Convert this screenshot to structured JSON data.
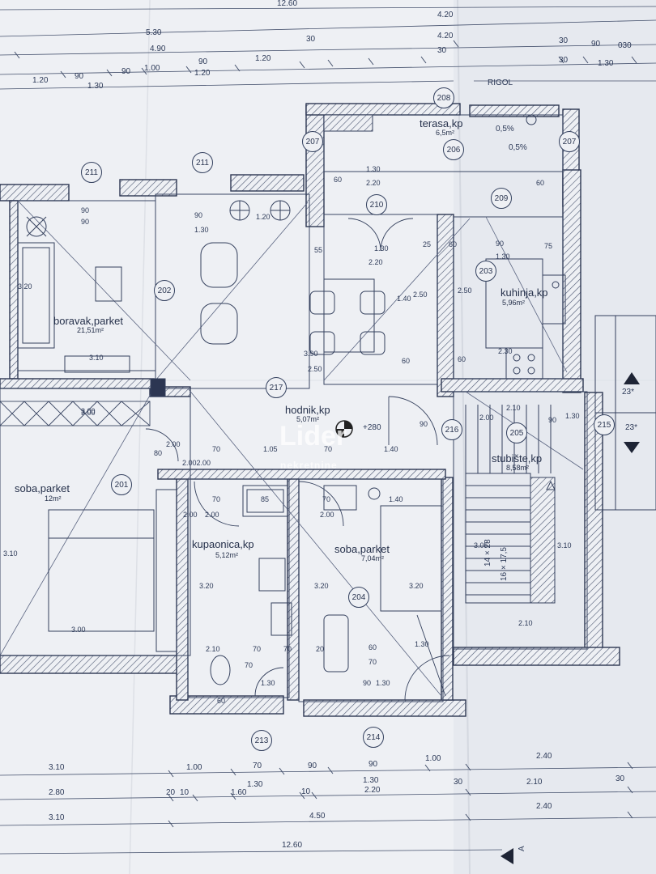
{
  "rooms": {
    "boravak": {
      "name": "boravak,parket",
      "area": "21,51m²"
    },
    "soba1": {
      "name": "soba,parket",
      "area": "12m²"
    },
    "hodnik": {
      "name": "hodnik,kp",
      "area": "5,07m²"
    },
    "kupaonica": {
      "name": "kupaonica,kp",
      "area": "5,12m²"
    },
    "soba2": {
      "name": "soba,parket",
      "area": "7,04m²"
    },
    "kuhinja": {
      "name": "kuhinja,kp",
      "area": "5,96m²"
    },
    "stubiste": {
      "name": "stubište,kp",
      "area": "8,58m²"
    },
    "terasa": {
      "name": "terasa,kp",
      "area": "6,5m²"
    }
  },
  "labels": {
    "rigol": "RIGOL",
    "level": "+280",
    "slope1": "0,5%",
    "slope2": "0,5%",
    "stairs": "14 × 28",
    "stairs2": "16 × 17,5",
    "arrow_a": "A",
    "up_label": "23*",
    "down_label": "23*"
  },
  "bubbles": [
    "211",
    "211",
    "202",
    "217",
    "201",
    "213",
    "214",
    "204",
    "208",
    "207",
    "206",
    "210",
    "209",
    "203",
    "216",
    "205",
    "215",
    "207"
  ],
  "dims_top": [
    "12.60",
    "4.20",
    "4.20",
    "5.30",
    "4.90",
    "30",
    "30",
    "1.20",
    "90",
    "1.30",
    "1.20",
    "90",
    "1.00",
    "90",
    "1.20",
    "30",
    "90",
    "030",
    "30",
    "1.30"
  ],
  "dims_bottom": [
    "3.10",
    "1.00",
    "70",
    "90",
    "90",
    "1.00",
    "2.40",
    "2.80",
    "1.30",
    "1.30",
    "2.10",
    "30",
    "20",
    "10",
    "1.60",
    "10",
    "2.20",
    "30",
    "3.10",
    "4.50",
    "2.40",
    "12.60"
  ],
  "dims_inner": [
    "1.30",
    "2.20",
    "55",
    "1.30",
    "2.20",
    "25",
    "60",
    "90",
    "75",
    "1.30",
    "60",
    "2.50",
    "1.40",
    "2.50",
    "3.90",
    "2.50",
    "2.30",
    "60",
    "60",
    "3.20",
    "3.10",
    "3.00",
    "3.00",
    "2.00",
    "2.00",
    "70",
    "1.05",
    "70",
    "1.40",
    "90",
    "2.00",
    "2.10",
    "90",
    "1.30",
    "85",
    "70",
    "2.00",
    "70",
    "2.00",
    "1.40",
    "3.20",
    "3.20",
    "3.20",
    "2.10",
    "3.10",
    "3.05",
    "2.10",
    "70",
    "70",
    "20",
    "60",
    "70",
    "1.30",
    "70",
    "1.30",
    "60",
    "90",
    "1.30",
    "3.00",
    "3.10",
    "80",
    "2.002.00",
    "1.20",
    "90",
    "1.30",
    "90",
    "90",
    "60"
  ],
  "watermark": {
    "brand": "Lider",
    "sub": "nekretnine"
  },
  "colors": {
    "paper": "#eef0f4",
    "line": "#33405e",
    "hatch": "#4a5570"
  }
}
